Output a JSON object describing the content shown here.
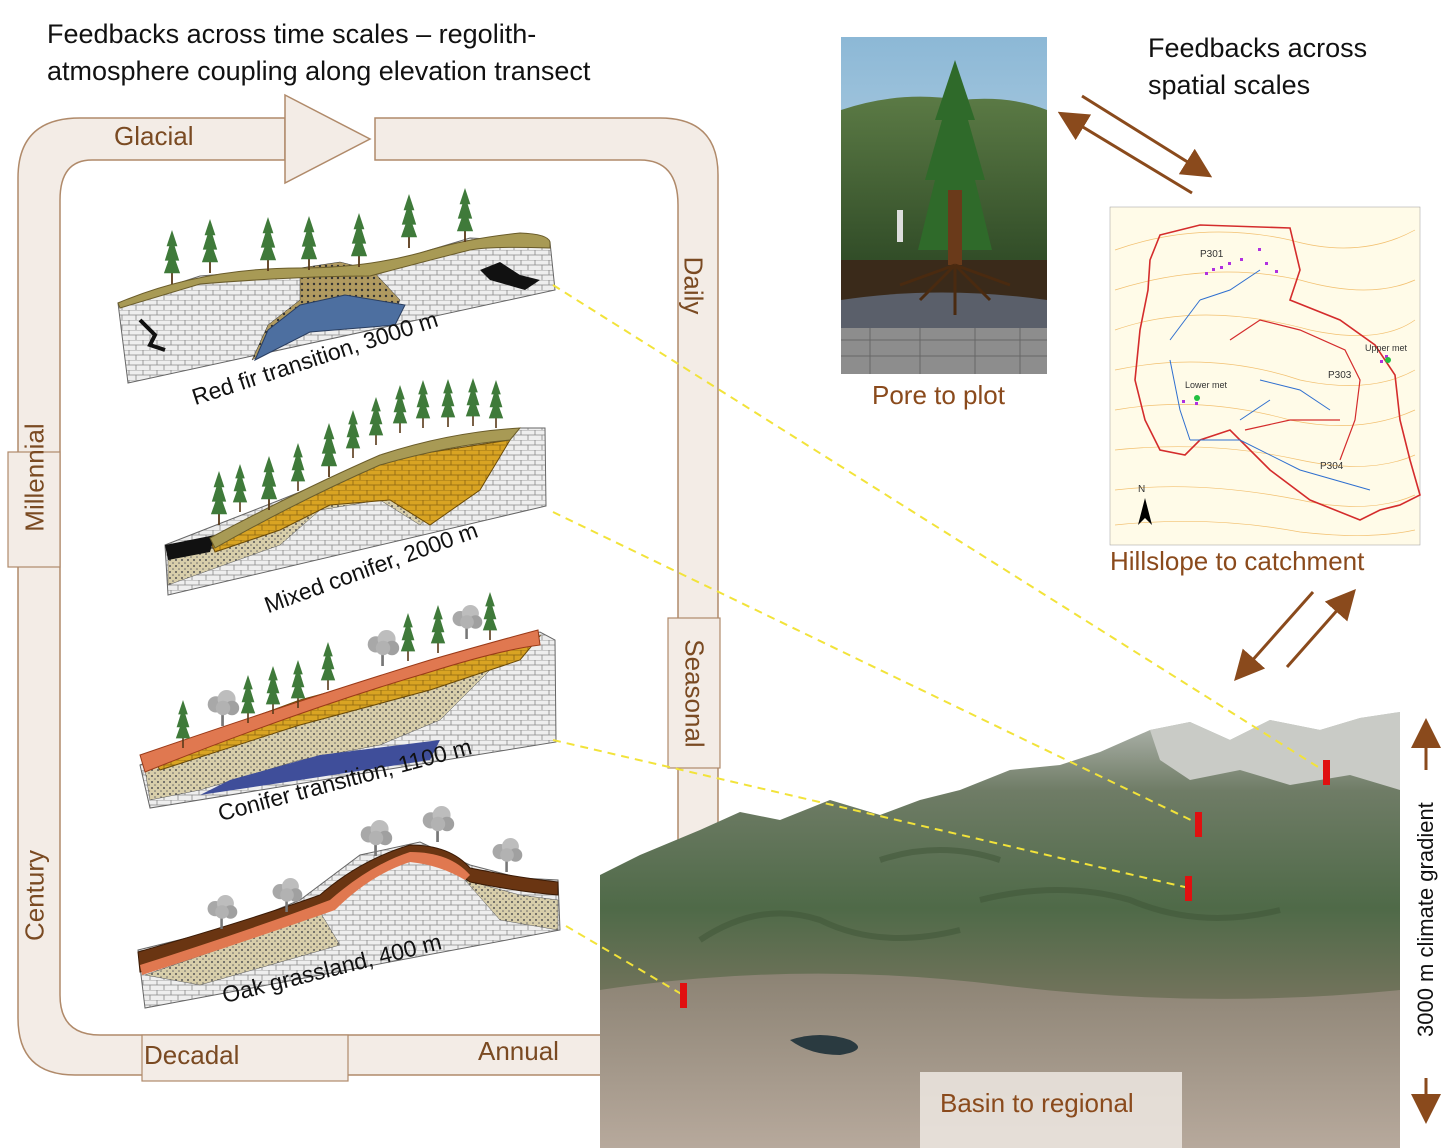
{
  "titles": {
    "time": "Feedbacks across time scales – regolith-atmosphere coupling along elevation transect",
    "time_line1": "Feedbacks across time scales – regolith-",
    "time_line2": "atmosphere coupling along elevation transect",
    "space_line1": "Feedbacks across",
    "space_line2": "spatial scales"
  },
  "time_scales": {
    "glacial": "Glacial",
    "daily": "Daily",
    "millennial": "Millennial",
    "seasonal": "Seasonal",
    "century": "Century",
    "decadal": "Decadal",
    "annual": "Annual"
  },
  "transects": [
    {
      "label": "Red fir transition, 3000 m"
    },
    {
      "label": "Mixed conifer, 2000 m"
    },
    {
      "label": "Conifer transition, 1100 m"
    },
    {
      "label": "Oak grassland, 400 m"
    }
  ],
  "spatial_scales": {
    "pore_to_plot": "Pore to plot",
    "hillslope_to_catchment": "Hillslope to catchment",
    "basin_to_regional": "Basin to regional"
  },
  "map_labels": {
    "p301": "P301",
    "p303": "P303",
    "p304": "P304",
    "upper_met": "Upper met",
    "lower_met": "Lower met",
    "north": "N"
  },
  "gradient_label": "3000 m climate gradient",
  "colors": {
    "arrow_fill": "#f3ece6",
    "arrow_stroke": "#b08a6a",
    "label_brown": "#8a4a1c",
    "dashed_line": "#f2e33a",
    "marker_red": "#e01010",
    "catchment_boundary": "#d42c2c",
    "stream": "#2f6fcf"
  }
}
